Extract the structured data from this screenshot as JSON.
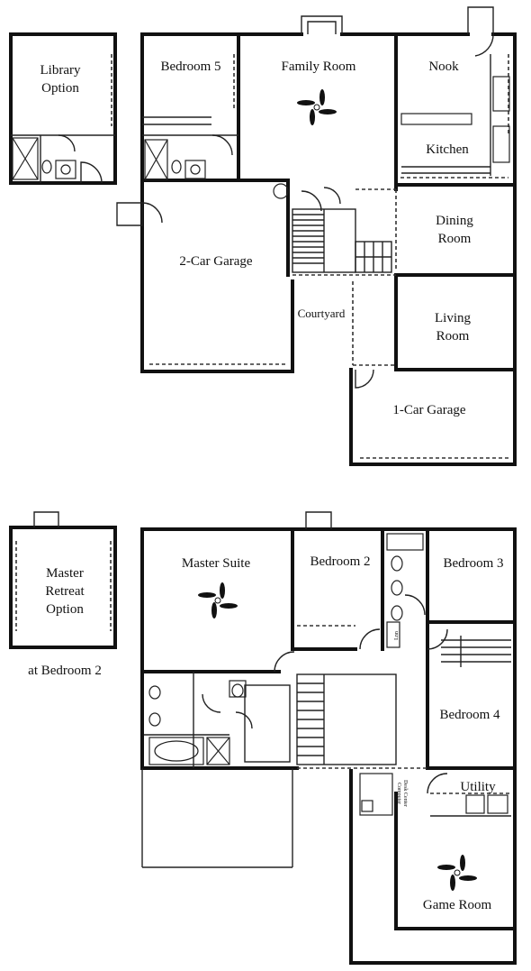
{
  "first_floor": {
    "library_option": [
      "Library",
      "Option"
    ],
    "bedroom_5": "Bedroom 5",
    "family_room": "Family Room",
    "nook": "Nook",
    "kitchen": "Kitchen",
    "dining_room": [
      "Dining",
      "Room"
    ],
    "two_car_garage": "2-Car Garage",
    "courtyard": "Courtyard",
    "living_room": [
      "Living",
      "Room"
    ],
    "one_car_garage": "1-Car Garage"
  },
  "second_floor": {
    "master_retreat_option": [
      "Master",
      "Retreat",
      "Option"
    ],
    "at_bedroom_2": "at Bedroom 2",
    "master_suite": "Master Suite",
    "bedroom_2": "Bedroom 2",
    "bedroom_3": "Bedroom 3",
    "bedroom_4": "Bedroom 4",
    "utility": "Utility",
    "game_room": "Game Room",
    "linen": "Lnn",
    "computer_desk": [
      "Computer",
      "Desk Center"
    ]
  }
}
